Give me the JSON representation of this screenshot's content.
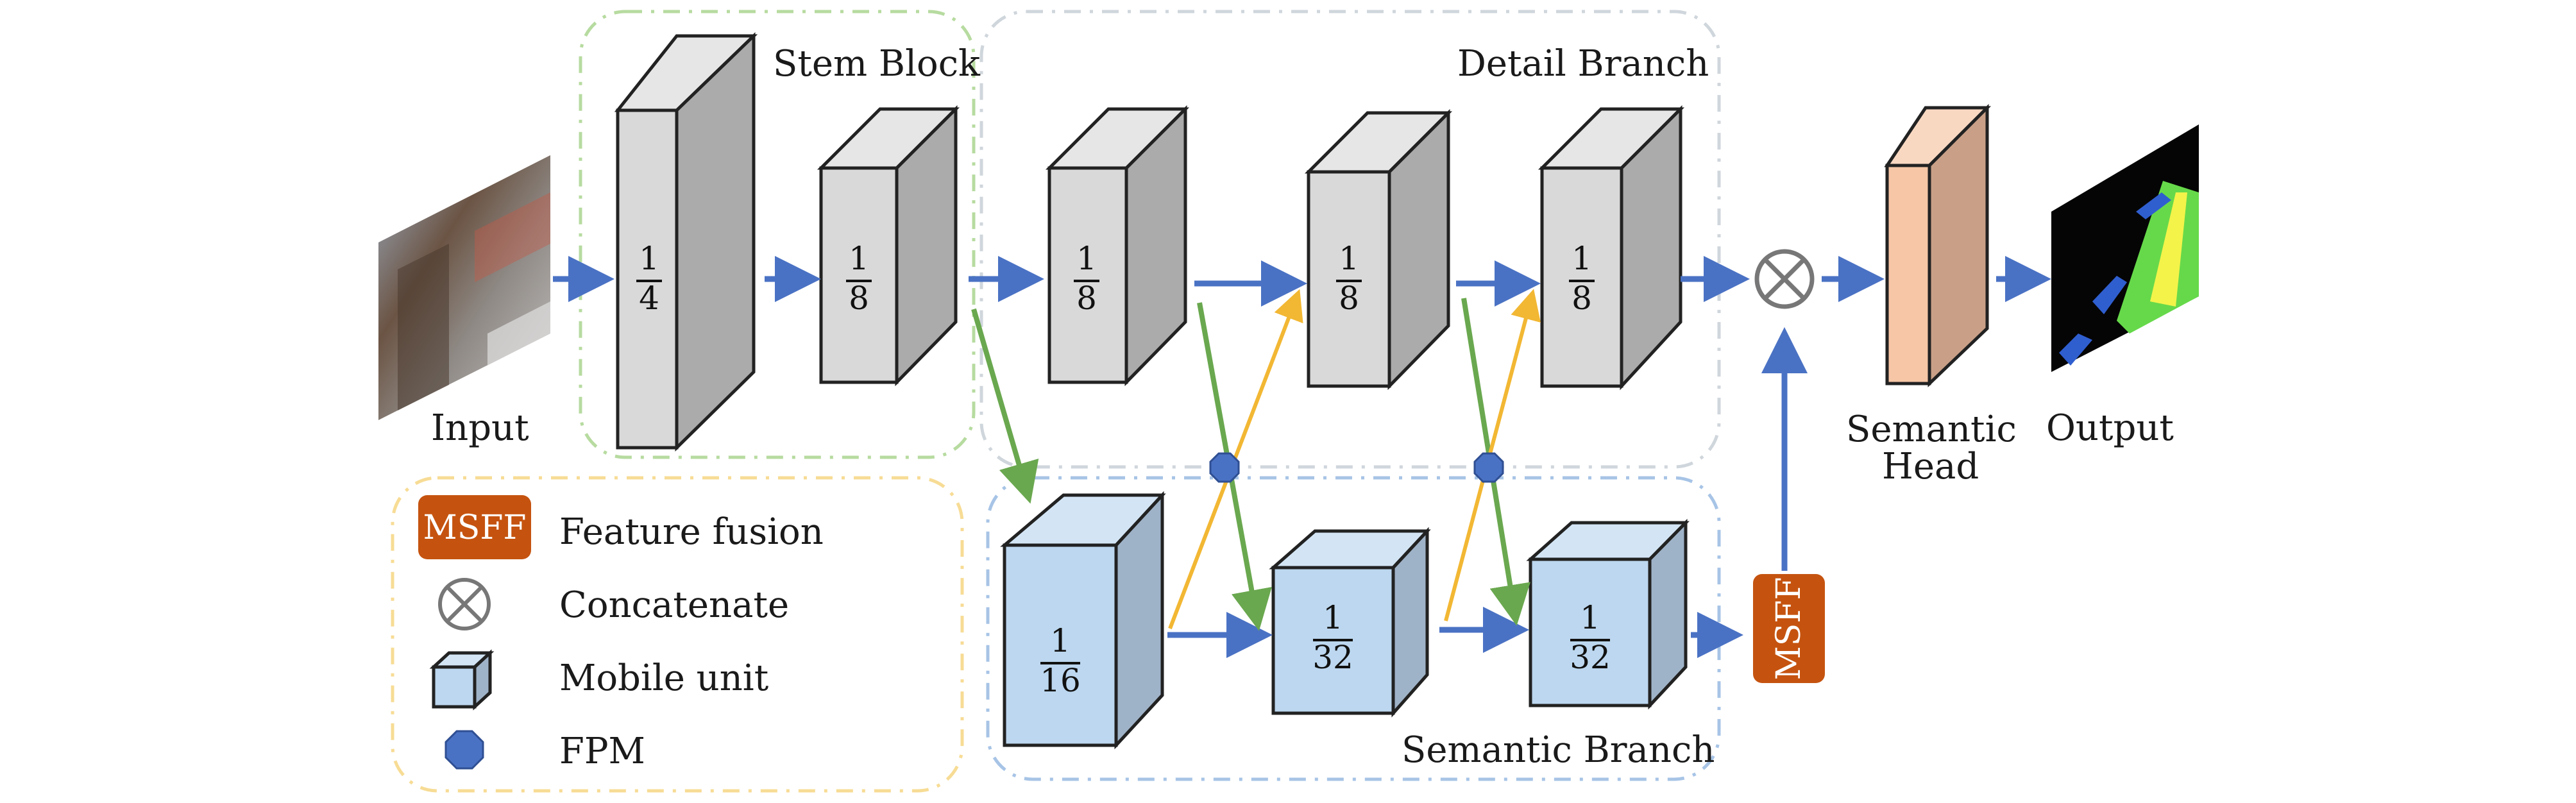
{
  "labels": {
    "input": "Input",
    "stem_block": "Stem Block",
    "detail_branch": "Detail Branch",
    "semantic_branch": "Semantic Branch",
    "semantic_head_line1": "Semantic",
    "semantic_head_line2": "Head",
    "output": "Output"
  },
  "fractions": {
    "stem1": {
      "num": "1",
      "den": "4"
    },
    "stem2": {
      "num": "1",
      "den": "8"
    },
    "detail1": {
      "num": "1",
      "den": "8"
    },
    "detail2": {
      "num": "1",
      "den": "8"
    },
    "detail3": {
      "num": "1",
      "den": "8"
    },
    "sem1": {
      "num": "1",
      "den": "16"
    },
    "sem2": {
      "num": "1",
      "den": "32"
    },
    "sem3": {
      "num": "1",
      "den": "32"
    }
  },
  "msff_label": "MSFF",
  "legend": {
    "feature_fusion": "Feature fusion",
    "concatenate": "Concatenate",
    "mobile_unit": "Mobile unit",
    "fpm": "FPM"
  },
  "colors": {
    "gray_front": "#d9d9d9",
    "gray_top": "#e6e6e6",
    "gray_side": "#ababab",
    "blue_front": "#bcd7ef",
    "blue_top": "#d3e5f5",
    "blue_side": "#9fb3c8",
    "peach_front": "#f6c6a6",
    "peach_side": "#c9a087",
    "msff": "#c5530f",
    "arrow_blue": "#4a72c4",
    "arrow_green": "#6aa84f",
    "arrow_yellow": "#f2b733",
    "fpm": "#4a72c4"
  }
}
